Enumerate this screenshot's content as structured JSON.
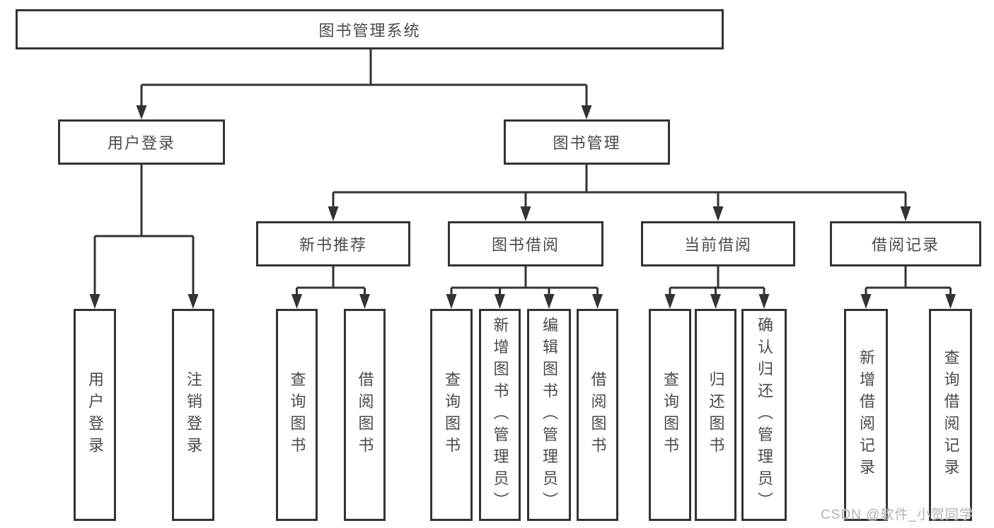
{
  "colors": {
    "line": "#333333",
    "text": "#4a4a4a",
    "bg": "#ffffff",
    "watermark": "#b3b3b3"
  },
  "root": {
    "label": "图书管理系统"
  },
  "level2": [
    {
      "label": "用户登录"
    },
    {
      "label": "图书管理"
    }
  ],
  "level3": [
    {
      "label": "新书推荐"
    },
    {
      "label": "图书借阅"
    },
    {
      "label": "当前借阅"
    },
    {
      "label": "借阅记录"
    }
  ],
  "leaves": {
    "user_login": [
      "用户登录",
      "注销登录"
    ],
    "new_book": [
      "查询图书",
      "借阅图书"
    ],
    "book_borrow": [
      "查询图书",
      "新增图书（管理员）",
      "编辑图书（管理员）",
      "借阅图书"
    ],
    "current_borrow": [
      "查询图书",
      "归还图书",
      "确认归还（管理员）"
    ],
    "borrow_records": [
      "新增借阅记录",
      "查询借阅记录"
    ]
  },
  "watermark": "CSDN @软件_小贺同学"
}
